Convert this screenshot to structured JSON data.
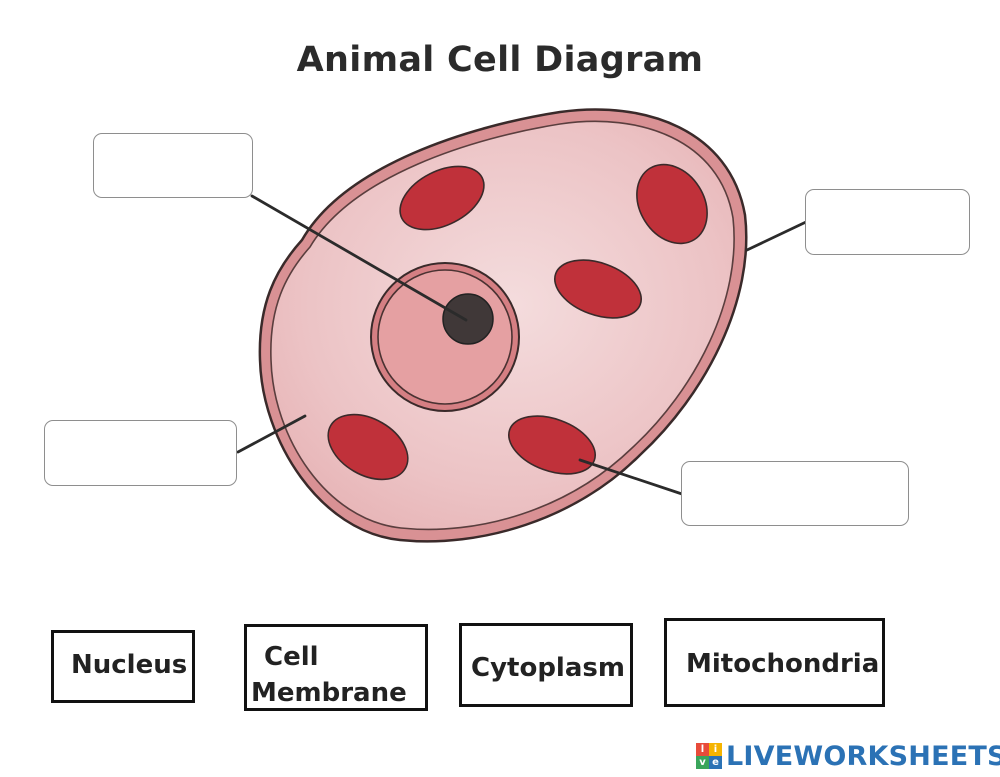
{
  "title": "Animal Cell Diagram",
  "word_bank": [
    "Nucleus",
    "Cell",
    "Membrane",
    "Cytoplasm",
    "Mitochondria"
  ],
  "answer_boxes": [
    "",
    "",
    "",
    ""
  ],
  "brand": {
    "logo_letters": [
      "l",
      "i",
      "v",
      "e"
    ],
    "name": "LIVEWORKSHEETS"
  },
  "colors": {
    "cell_fill": "#eec4c6",
    "cell_outline": "#3a2a2a",
    "membrane": "#d99194",
    "mitochondria": "#c0313a",
    "nucleus": "#e5a0a2",
    "nucleolus": "#403838",
    "brand_blue": "#2b72b5"
  }
}
